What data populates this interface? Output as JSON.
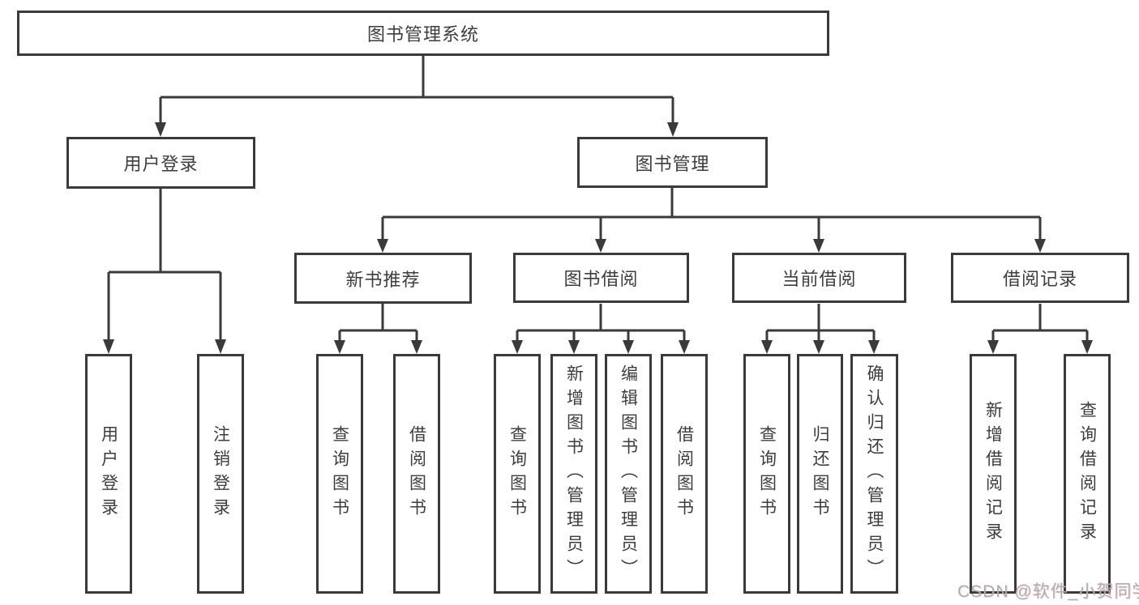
{
  "diagram": {
    "title": "图书管理系统",
    "level2": [
      {
        "label": "用户登录"
      },
      {
        "label": "图书管理"
      }
    ],
    "level3": [
      {
        "label": "新书推荐"
      },
      {
        "label": "图书借阅"
      },
      {
        "label": "当前借阅"
      },
      {
        "label": "借阅记录"
      }
    ],
    "leaves": {
      "user_login": [
        "用户登录",
        "注销登录"
      ],
      "new_book_rec": [
        "查询图书",
        "借阅图书"
      ],
      "book_borrow": [
        "查询图书",
        "新增图书（管理员）",
        "编辑图书（管理员）",
        "借阅图书"
      ],
      "current_borrow": [
        "查询图书",
        "归还图书",
        "确认归还（管理员）"
      ],
      "borrow_records": [
        "新增借阅记录",
        "查询借阅记录"
      ]
    },
    "colors": {
      "line": "#3a3a3a",
      "text": "#3d3d3d",
      "background": "#ffffff",
      "watermark": "#aeadb2"
    },
    "watermark": "CSDN @软件_小贺同学"
  }
}
